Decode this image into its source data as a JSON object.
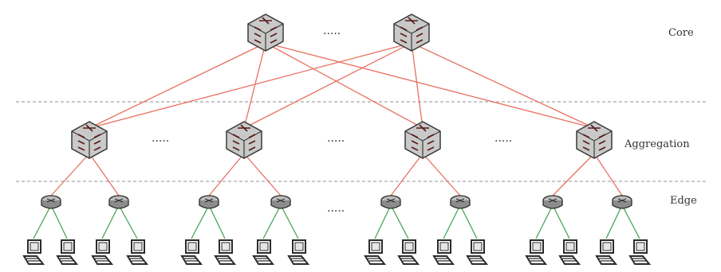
{
  "diagram": {
    "layers": {
      "core": "Core",
      "aggregation": "Aggregation",
      "edge": "Edge"
    },
    "ellipsis": "·····",
    "colors": {
      "core_link": "#e8705f",
      "edge_link": "#3aa14a",
      "separator": "#c8c8c8",
      "router_body": "#c9c9c9",
      "router_dark": "#3a3a3a",
      "host": "#2b2b2b"
    }
  }
}
